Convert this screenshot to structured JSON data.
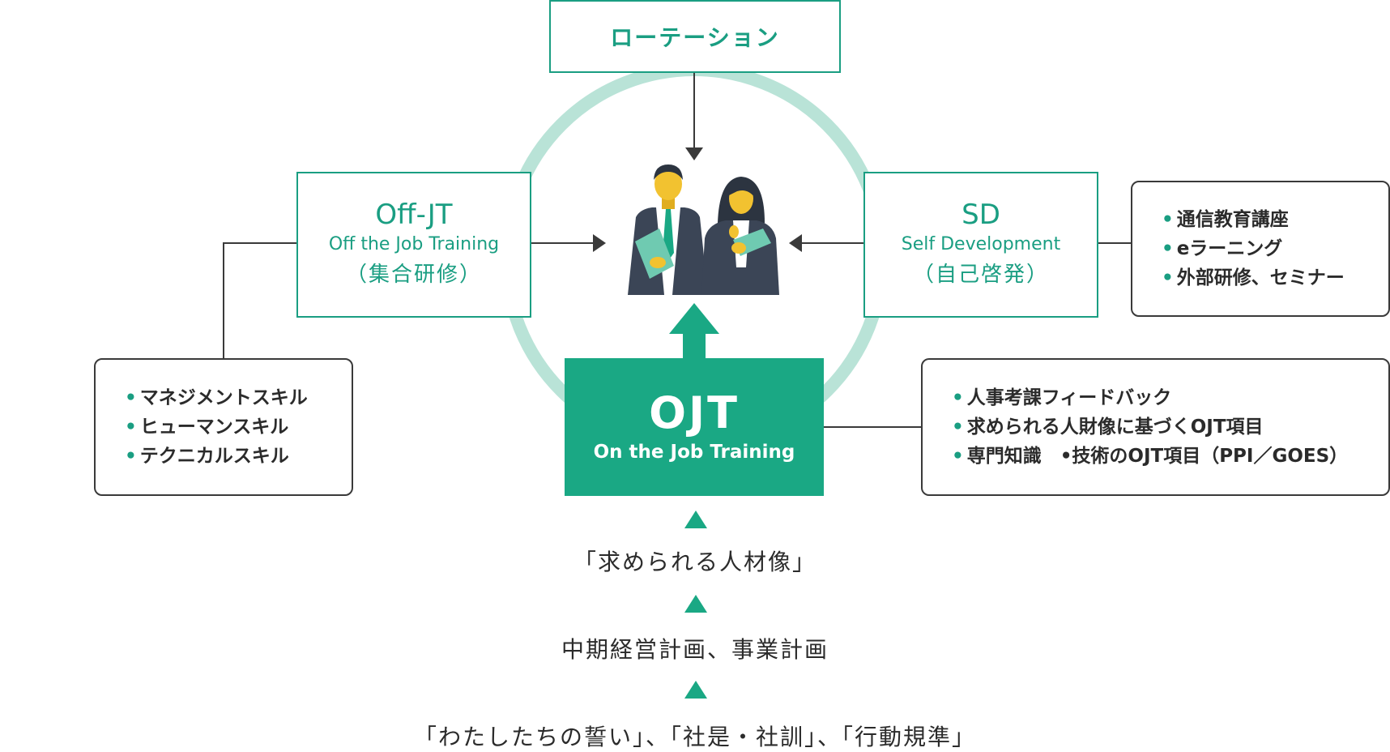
{
  "rotation": {
    "label": "ローテーション"
  },
  "off_jt": {
    "title": "Off-JT",
    "subtitle": "Off the Job Training",
    "jp": "（集合研修）"
  },
  "sd": {
    "title": "SD",
    "subtitle": "Self Development",
    "jp": "（自己啓発）"
  },
  "ojt": {
    "title": "OJT",
    "subtitle": "On the Job Training"
  },
  "off_jt_items": [
    "マネジメントスキル",
    "ヒューマンスキル",
    "テクニカルスキル"
  ],
  "sd_items": [
    "通信教育講座",
    "eラーニング",
    "外部研修、セミナー"
  ],
  "ojt_items": [
    "人事考課フィードバック",
    "求められる人財像に基づくOJT項目",
    "専門知識　•技術のOJT項目（PPI／GOES）"
  ],
  "bullet": "•",
  "foundation": {
    "level1": "「求められる人材像」",
    "level2": "中期経営計画、事業計画",
    "level3": "「わたしたちの誓い」、「社是・社訓」、「行動規準」"
  },
  "colors": {
    "accent": "#1aa884",
    "ring": "#b9e3d7",
    "line": "#3a3a3a",
    "figure_dark": "#3b4556",
    "skin": "#f2c230"
  },
  "icons": [
    "businessman-icon",
    "businesswoman-icon",
    "tablet-icon"
  ]
}
